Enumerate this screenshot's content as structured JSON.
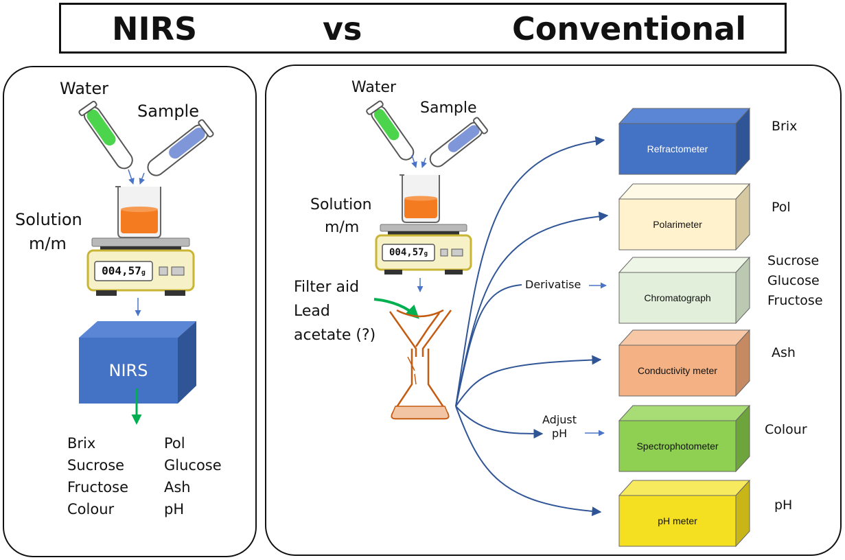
{
  "header": {
    "left": "NIRS",
    "middle": "vs",
    "right": "Conventional"
  },
  "nirs_panel": {
    "water_label": "Water",
    "sample_label": "Sample",
    "solution_line1": "Solution",
    "solution_line2": "m/m",
    "scale_readout": "004,57",
    "scale_unit": "g",
    "instrument": "NIRS",
    "results_col1": [
      "Brix",
      "Sucrose",
      "Fructose",
      "Colour"
    ],
    "results_col2": [
      "Pol",
      "Glucose",
      "Ash",
      "pH"
    ]
  },
  "conventional_panel": {
    "water_label": "Water",
    "sample_label": "Sample",
    "solution_line1": "Solution",
    "solution_line2": "m/m",
    "scale_readout": "004,57",
    "scale_unit": "g",
    "filter_line1": "Filter aid",
    "filter_line2": "Lead",
    "filter_line3": "acetate (?)",
    "derivatise_label": "Derivatise",
    "adjust_line1": "Adjust",
    "adjust_line2": "pH",
    "instruments": [
      {
        "name": "Refractometer",
        "result": [
          "Brix"
        ],
        "front": "#4472c4",
        "top": "#5b86d6",
        "side": "#2f5597",
        "text": "#ffffff"
      },
      {
        "name": "Polarimeter",
        "result": [
          "Pol"
        ],
        "front": "#fff2cc",
        "top": "#fffae6",
        "side": "#d6c8a0",
        "text": "#111111"
      },
      {
        "name": "Chromatograph",
        "result": [
          "Sucrose",
          "Glucose",
          "Fructose"
        ],
        "front": "#e2efda",
        "top": "#eef6e8",
        "side": "#bcc9b2",
        "text": "#111111"
      },
      {
        "name": "Conductivity meter",
        "result": [
          "Ash"
        ],
        "front": "#f4b183",
        "top": "#f8c8a6",
        "side": "#c58a62",
        "text": "#111111"
      },
      {
        "name": "Spectrophotometer",
        "result": [
          "Colour"
        ],
        "front": "#8fd052",
        "top": "#a8dd76",
        "side": "#6ea43c",
        "text": "#111111"
      },
      {
        "name": "pH meter",
        "result": [
          "pH"
        ],
        "front": "#f4e021",
        "top": "#f8ea5e",
        "side": "#c8b618",
        "text": "#111111"
      }
    ]
  },
  "colors": {
    "arrow_blue": "#2f5597",
    "arrow_green": "#00b050",
    "solution_orange": "#f47b20",
    "water_green": "#4cd44c",
    "sample_blue": "#7f96d8"
  }
}
